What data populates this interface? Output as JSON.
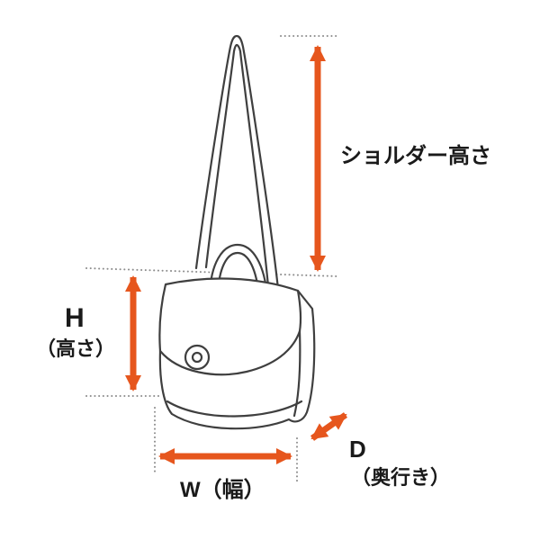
{
  "diagram": {
    "type": "product-dimension-diagram",
    "subject": "shoulder-bag-line-drawing",
    "labels": {
      "shoulder_height": "ショルダー高さ",
      "height_symbol": "H",
      "height_name": "（高さ）",
      "width": "W（幅）",
      "depth_symbol": "D",
      "depth_name": "（奥行き）"
    },
    "colors": {
      "arrow": "#e6561d",
      "outline": "#3f3f3f",
      "dotted_line": "#8c8c8c",
      "text": "#1a1a1a",
      "background": "#ffffff"
    }
  }
}
